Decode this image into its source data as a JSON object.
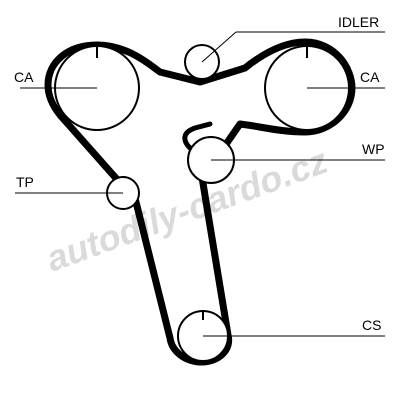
{
  "labels": {
    "idler": "IDLER",
    "ca_left": "CA",
    "ca_right": "CA",
    "wp": "WP",
    "tp": "TP",
    "cs": "CS"
  },
  "watermark": "autodily-cardo.cz",
  "colors": {
    "belt": "#000000",
    "pulley_fill": "#ffffff",
    "watermark": "#bdbdbd"
  }
}
